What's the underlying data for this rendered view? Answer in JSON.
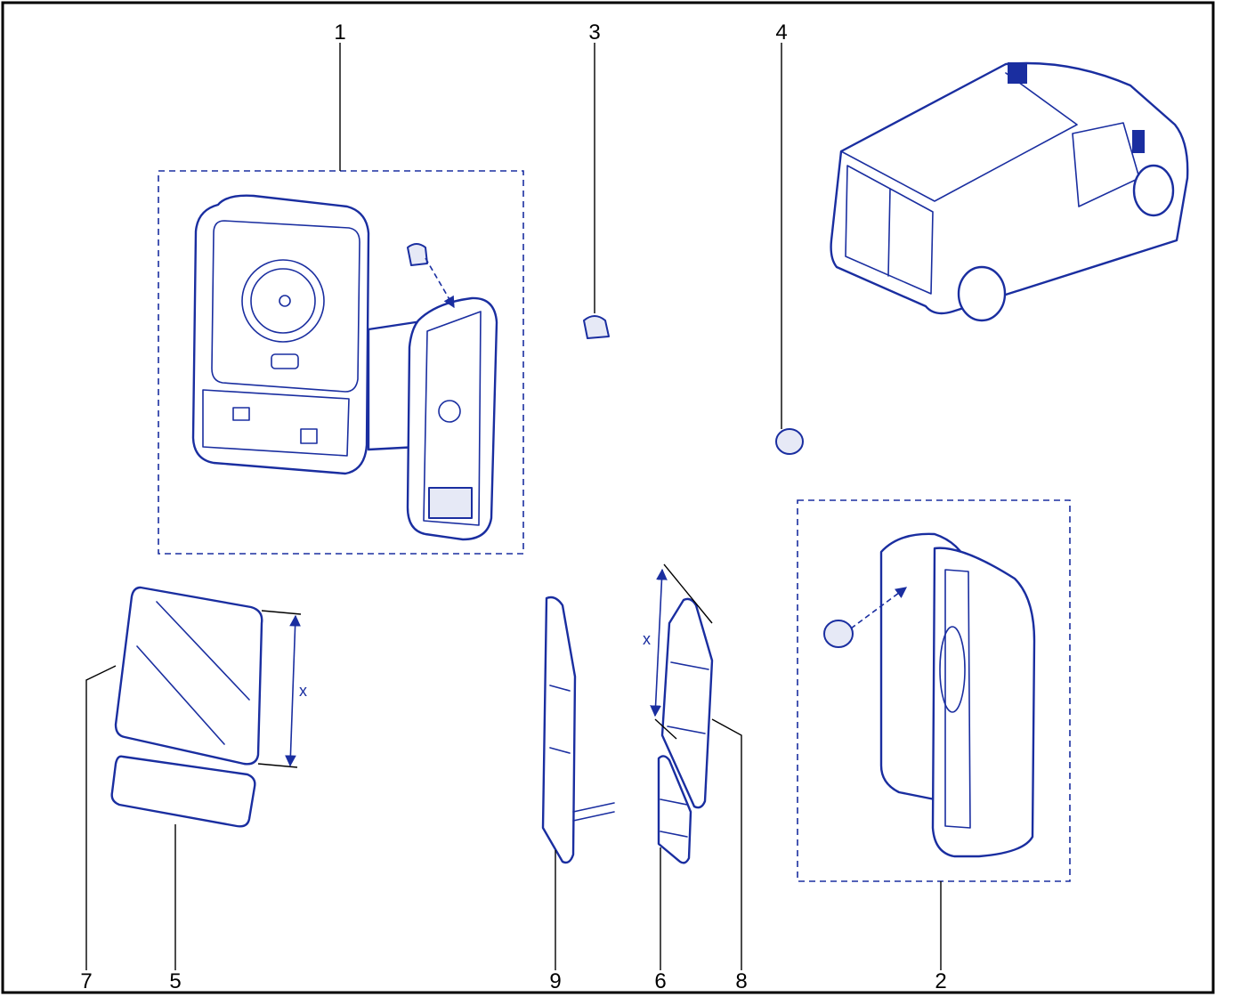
{
  "callouts": {
    "c1": "1",
    "c2": "2",
    "c3": "3",
    "c4": "4",
    "c5": "5",
    "c6": "6",
    "c7": "7",
    "c8": "8",
    "c9": "9"
  },
  "dimensions": {
    "glass_x_left": "x",
    "glass_x_right": "x"
  },
  "colors": {
    "line": "#1a2ea0",
    "frame": "#000000",
    "fill": "#e6e9f6"
  }
}
